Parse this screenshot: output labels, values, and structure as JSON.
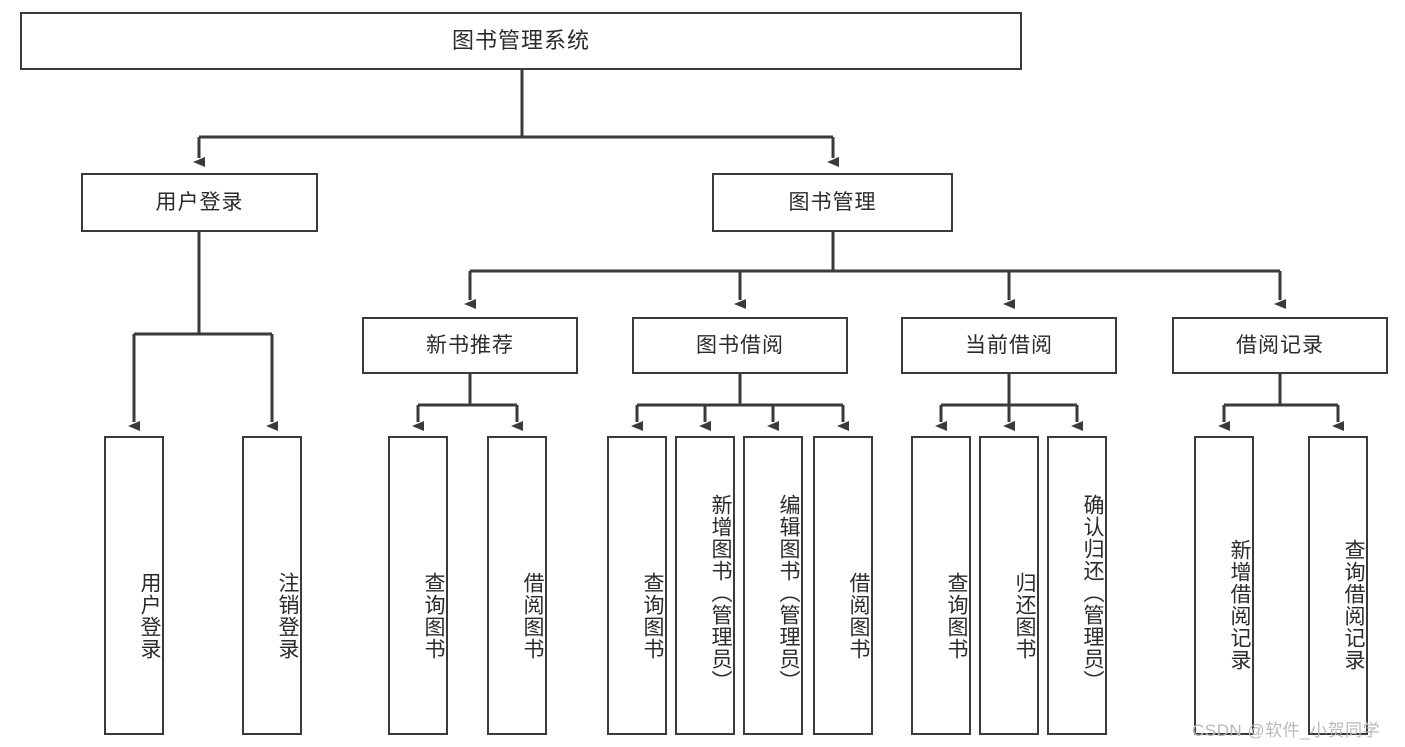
{
  "diagram": {
    "type": "tree-hierarchy",
    "title": "图书管理系统",
    "watermark": "CSDN @软件_小贺同学",
    "colors": {
      "stroke": "#3a3a3a",
      "box_fill": "#ffffff",
      "text": "#2b2b2b",
      "watermark": "#b9b9b9",
      "background": "#ffffff"
    },
    "levels": {
      "root": {
        "label": "图书管理系统"
      },
      "level2": [
        {
          "label": "用户登录"
        },
        {
          "label": "图书管理"
        }
      ],
      "level3": [
        {
          "label": "新书推荐"
        },
        {
          "label": "图书借阅"
        },
        {
          "label": "当前借阅"
        },
        {
          "label": "借阅记录"
        }
      ],
      "leaves_user_login": [
        {
          "label": "用户登录"
        },
        {
          "label": "注销登录"
        }
      ],
      "leaves_new_books": [
        {
          "label": "查询图书"
        },
        {
          "label": "借阅图书"
        }
      ],
      "leaves_borrow": [
        {
          "label": "查询图书"
        },
        {
          "label": "新增图书（管理员）"
        },
        {
          "label": "编辑图书（管理员）"
        },
        {
          "label": "借阅图书"
        }
      ],
      "leaves_current": [
        {
          "label": "查询图书"
        },
        {
          "label": "归还图书"
        },
        {
          "label": "确认归还（管理员）"
        }
      ],
      "leaves_records": [
        {
          "label": "新增借阅记录"
        },
        {
          "label": "查询借阅记录"
        }
      ]
    }
  }
}
